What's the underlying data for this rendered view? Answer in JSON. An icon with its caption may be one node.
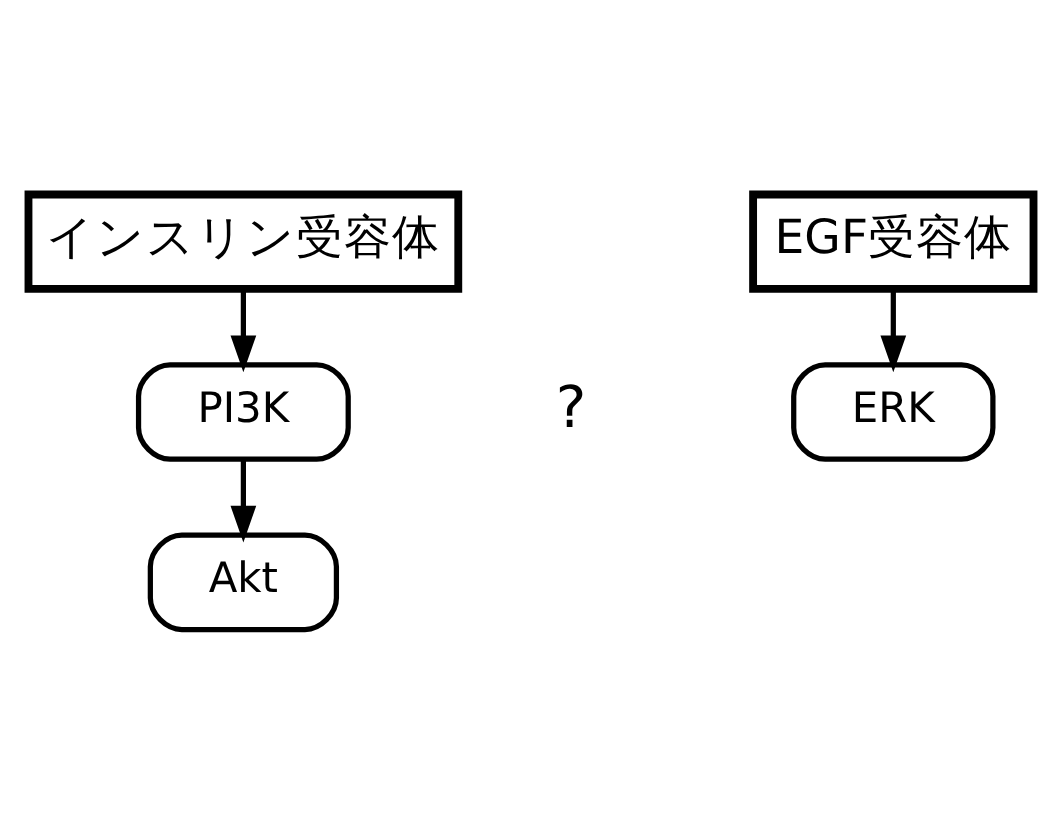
{
  "diagram": {
    "nodes": [
      {
        "text": [
          "インスリン受容体"
        ]
      },
      {
        "text": [
          "EGF受容体"
        ]
      },
      {
        "text": [
          "PI3K"
        ]
      },
      {
        "text": [
          "ERK"
        ]
      },
      {
        "text": [
          "Akt"
        ]
      }
    ],
    "edges": [
      {
        "from": 0,
        "to": 2,
        "arrow": "to"
      },
      {
        "from": 1,
        "to": 3,
        "arrow": "to"
      },
      {
        "from": 2,
        "to": 4,
        "arrow": "to"
      }
    ],
    "labels": [
      "?"
    ]
  }
}
